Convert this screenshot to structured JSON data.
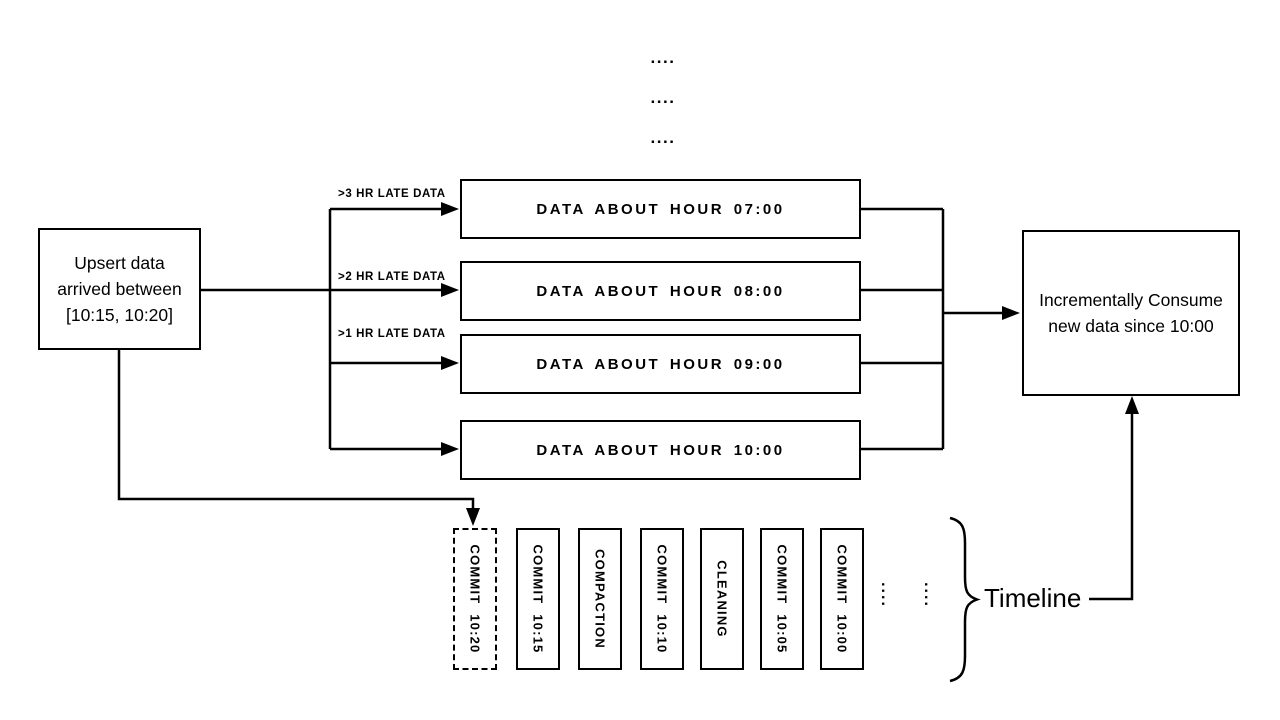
{
  "diagram": {
    "top_dots": [
      "....",
      "....",
      "...."
    ],
    "upsert_box": {
      "lines": [
        "Upsert data",
        "arrived between",
        "[10:15, 10:20]"
      ]
    },
    "late_labels": [
      ">3 HR LATE DATA",
      ">2 HR LATE DATA",
      ">1 HR LATE DATA"
    ],
    "hour_boxes": [
      "DATA ABOUT HOUR 07:00",
      "DATA ABOUT HOUR 08:00",
      "DATA ABOUT HOUR 09:00",
      "DATA ABOUT HOUR 10:00"
    ],
    "consume_box": {
      "lines": [
        "Incrementally Consume",
        "new data since 10:00"
      ]
    },
    "timeline": {
      "entries": [
        {
          "label": "COMMIT 10:20",
          "style": "dashed"
        },
        {
          "label": "COMMIT 10:15",
          "style": "solid"
        },
        {
          "label": "COMPACTION",
          "style": "solid"
        },
        {
          "label": "COMMIT 10:10",
          "style": "solid"
        },
        {
          "label": "CLEANING",
          "style": "solid"
        },
        {
          "label": "COMMIT 10:05",
          "style": "solid"
        },
        {
          "label": "COMMIT 10:00",
          "style": "solid"
        }
      ],
      "ellipsis": [
        "....",
        "...."
      ],
      "label": "Timeline"
    },
    "colors": {
      "ink": "#000000",
      "background": "#ffffff"
    }
  }
}
